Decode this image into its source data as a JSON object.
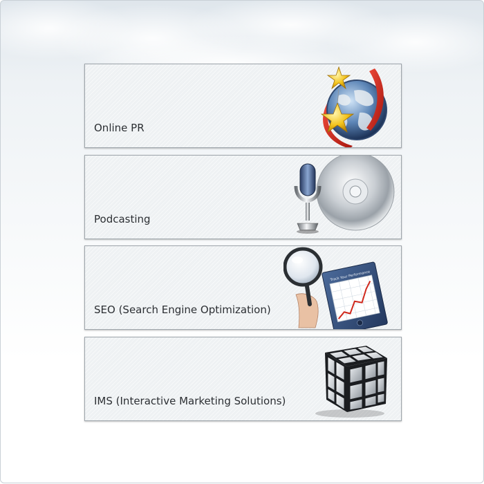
{
  "services": [
    {
      "label": "Online PR",
      "icon": "globe-stars-icon"
    },
    {
      "label": "Podcasting",
      "icon": "microphone-cd-icon"
    },
    {
      "label": "SEO (Search Engine Optimization)",
      "icon": "magnifier-report-icon"
    },
    {
      "label": "IMS (Interactive Marketing Solutions)",
      "icon": "rubiks-cube-icon"
    }
  ],
  "seo_report_title": "Track Your Performance",
  "colors": {
    "panel_border": "#9ea5ab",
    "panel_bg": "#eef1f3",
    "label_text": "#2c2f33",
    "ribbon_red": "#d6261a",
    "star_gold": "#f2c21a"
  }
}
